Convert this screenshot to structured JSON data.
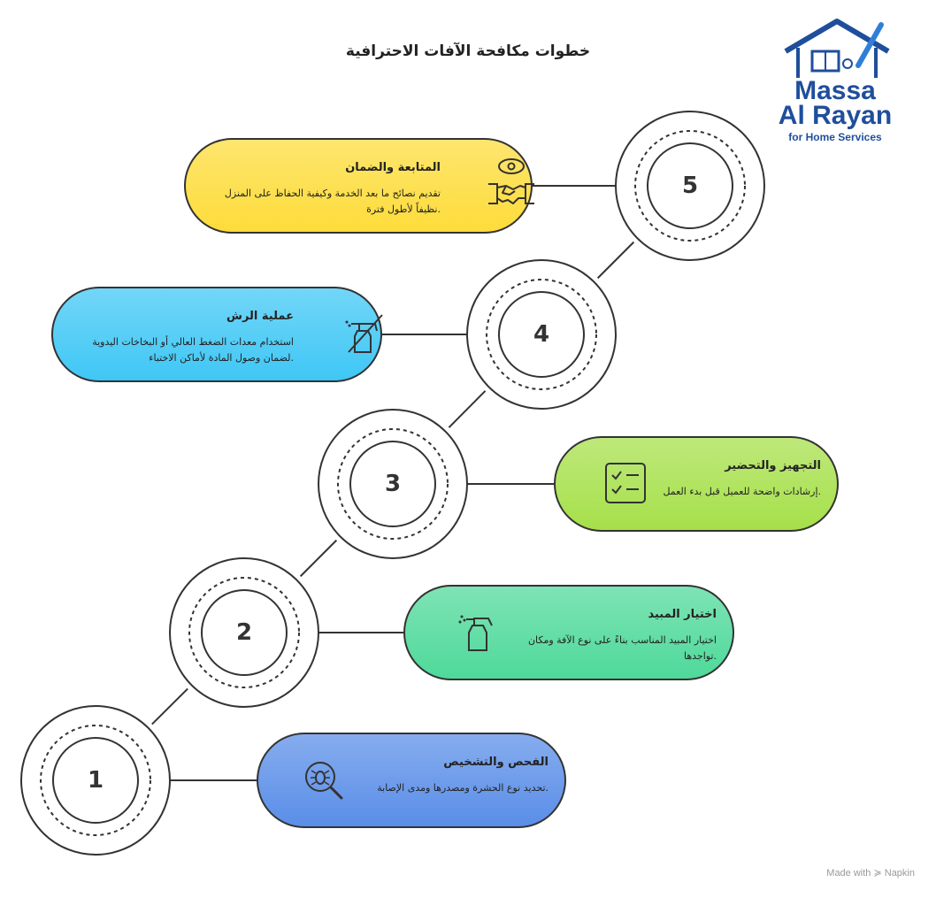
{
  "title": "خطوات مكافحة الآفات الاحترافية",
  "logo": {
    "line1": "Massa",
    "line2": "Al Rayan",
    "line3": "for Home Services",
    "color": "#1f4e9c"
  },
  "steps": [
    {
      "number": "1",
      "title": "الفحص والتشخيص",
      "description": ".تحديد نوع الحشرة ومصدرها ومدى الإصابة",
      "icon": "bug-search-icon",
      "color": "#5a8ee8"
    },
    {
      "number": "2",
      "title": "اختيار المبيد",
      "description": "اختيار المبيد المناسب بناءً على نوع الآفة ومكان\n.تواجدها",
      "icon": "spray-bottle-icon",
      "color": "#4fd99a"
    },
    {
      "number": "3",
      "title": "التجهيز والتحضير",
      "description": ".إرشادات واضحة للعميل قبل بدء العمل",
      "icon": "checklist-icon",
      "color": "#a6e04a"
    },
    {
      "number": "4",
      "title": "عملية الرش",
      "description": "استخدام معدات الضغط العالي أو البخاخات اليدوية\n.لضمان وصول المادة لأماكن الاختباء",
      "icon": "no-spray-icon",
      "color": "#3fc7f5"
    },
    {
      "number": "5",
      "title": "المتابعة والضمان",
      "description": "تقديم نصائح ما بعد الخدمة وكيفية الحفاظ على المنزل\n.نظيفاً لأطول فترة",
      "icon": "eye-handshake-icon",
      "color": "#fddc3a"
    }
  ],
  "footer": "Made with ≽ Napkin"
}
